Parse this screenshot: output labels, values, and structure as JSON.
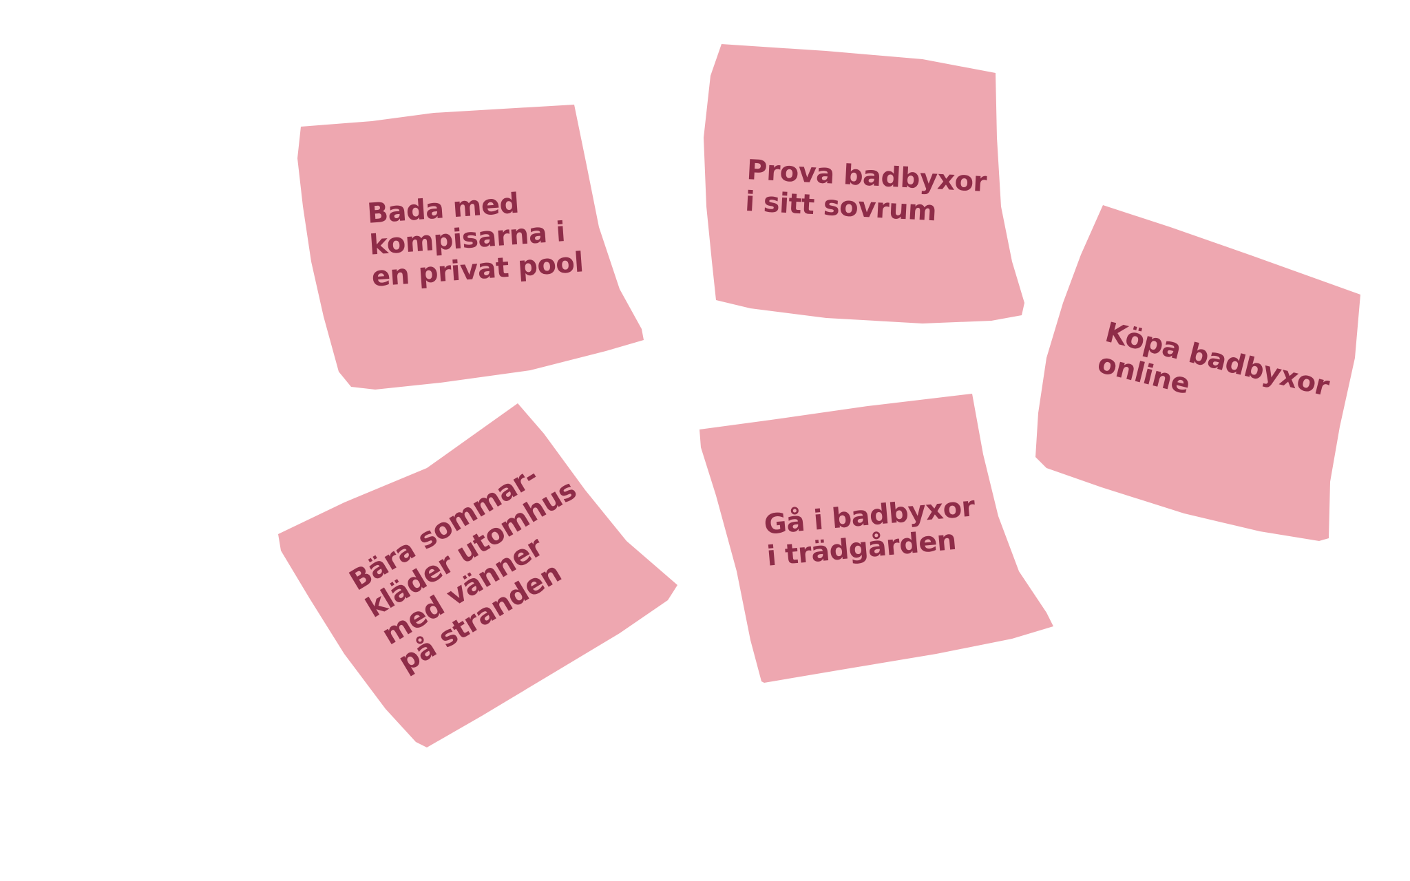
{
  "colors": {
    "background": "#ffffff",
    "note_fill": "#eea7b0",
    "note_text": "#8e2c48"
  },
  "notes": [
    {
      "lines": [
        "Bada med",
        "kompisarna i",
        "en privat pool"
      ]
    },
    {
      "lines": [
        "Prova badbyxor",
        "i sitt sovrum"
      ]
    },
    {
      "lines": [
        "Köpa badbyxor",
        "online"
      ]
    },
    {
      "lines": [
        "Bära sommar-",
        "kläder utomhus",
        "med vänner",
        "på stranden"
      ]
    },
    {
      "lines": [
        "Gå i badbyxor",
        "i trädgården"
      ]
    }
  ]
}
